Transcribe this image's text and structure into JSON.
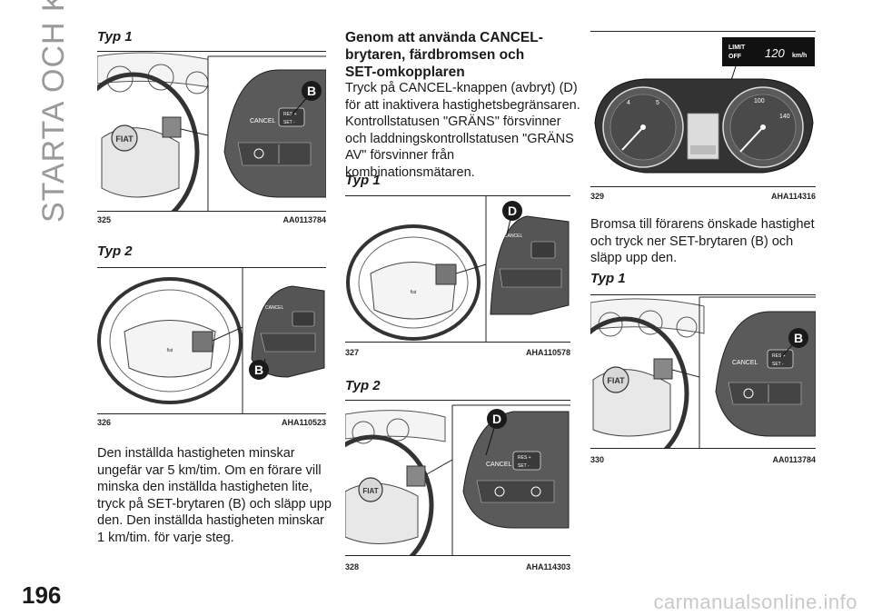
{
  "section_label": "STARTA OCH KÖRA",
  "page_number": "196",
  "watermark": "carmanualsonline.info",
  "figures": [
    {
      "title": "Typ 1",
      "number": "325",
      "code": "AA0113784",
      "callout": "B"
    },
    {
      "title": "Typ 2",
      "number": "326",
      "code": "AHA110523",
      "callout": "B"
    },
    {
      "title": "Typ 1",
      "number": "327",
      "code": "AHA110578",
      "callout": "D"
    },
    {
      "title": "Typ 2",
      "number": "328",
      "code": "AHA114303",
      "callout": "D"
    },
    {
      "title": "",
      "number": "329",
      "code": "AHA114316",
      "callout": ""
    },
    {
      "title": "Typ 1",
      "number": "330",
      "code": "AA0113784",
      "callout": "B"
    }
  ],
  "switch_labels": {
    "cancel": "CANCEL",
    "res": "RES +",
    "set": "SET -",
    "brand": "FIAT"
  },
  "cluster": {
    "limit": "LIMIT",
    "off": "OFF",
    "speed": "120",
    "unit": "km/h"
  },
  "col1_text": [
    "Den inställda hastigheten minskar",
    "ungefär var 5 km/tim. Om en förare vill",
    "minska den inställda hastigheten lite,",
    "tryck på SET-brytaren (B) och släpp upp",
    "den. Den inställda hastigheten minskar",
    "1 km/tim. för varje steg."
  ],
  "col2_heading": [
    "Genom att använda CANCEL-",
    "brytaren, färdbromsen och",
    "SET-omkopplaren"
  ],
  "col2_text": [
    "Tryck på CANCEL-knappen (avbryt) (D)",
    "för att inaktivera hastighetsbegränsaren.",
    "Kontrollstatusen \"GRÄNS\" försvinner",
    "och laddningskontrollstatusen \"GRÄNS",
    "AV\" försvinner från",
    "kombinationsmätaren."
  ],
  "col3_text": [
    "Bromsa till förarens önskade hastighet",
    "och tryck ner SET-brytaren (B) och",
    "släpp upp den."
  ]
}
